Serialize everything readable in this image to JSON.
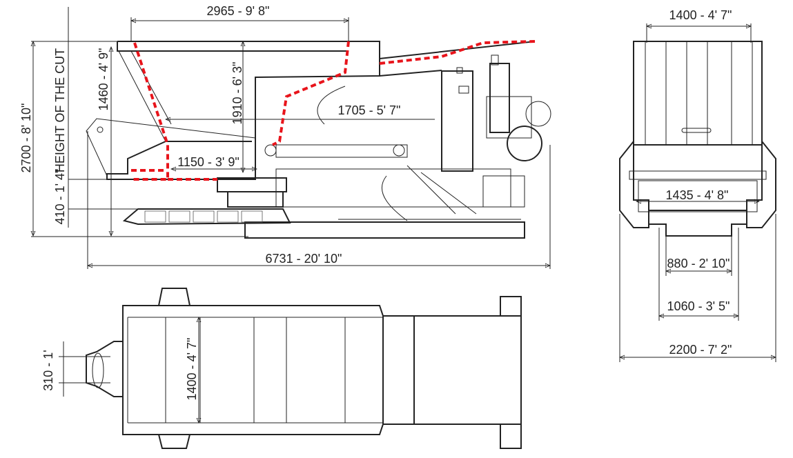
{
  "colors": {
    "line": "#222222",
    "cut_profile": "#e8141b",
    "background": "#ffffff"
  },
  "side_view": {
    "dims": {
      "top_width": "2965 - 9' 8\"",
      "total_height": "2700 - 8' 10\"",
      "cut_label": "HEIGHT  OF THE CUT",
      "bottom_height": "410 - 1' 4\"",
      "hopper_height": "1460 - 4' 9\"",
      "mid_height": "1910 - 6' 3\"",
      "reach": "1705 - 5' 7\"",
      "cut_depth": "1150 - 3' 9\"",
      "total_length": "6731 - 20' 10\""
    }
  },
  "front_view": {
    "dims": {
      "top_width": "1400 - 4' 7\"",
      "inner_width": "1435 - 4' 8\"",
      "track_gap": "880 - 2' 10\"",
      "track_width": "1060 - 3' 5\"",
      "overall_width": "2200 - 7' 2\""
    }
  },
  "top_view": {
    "dims": {
      "nozzle_width": "310 - 1'",
      "belt_width": "1400 - 4' 7\""
    }
  }
}
